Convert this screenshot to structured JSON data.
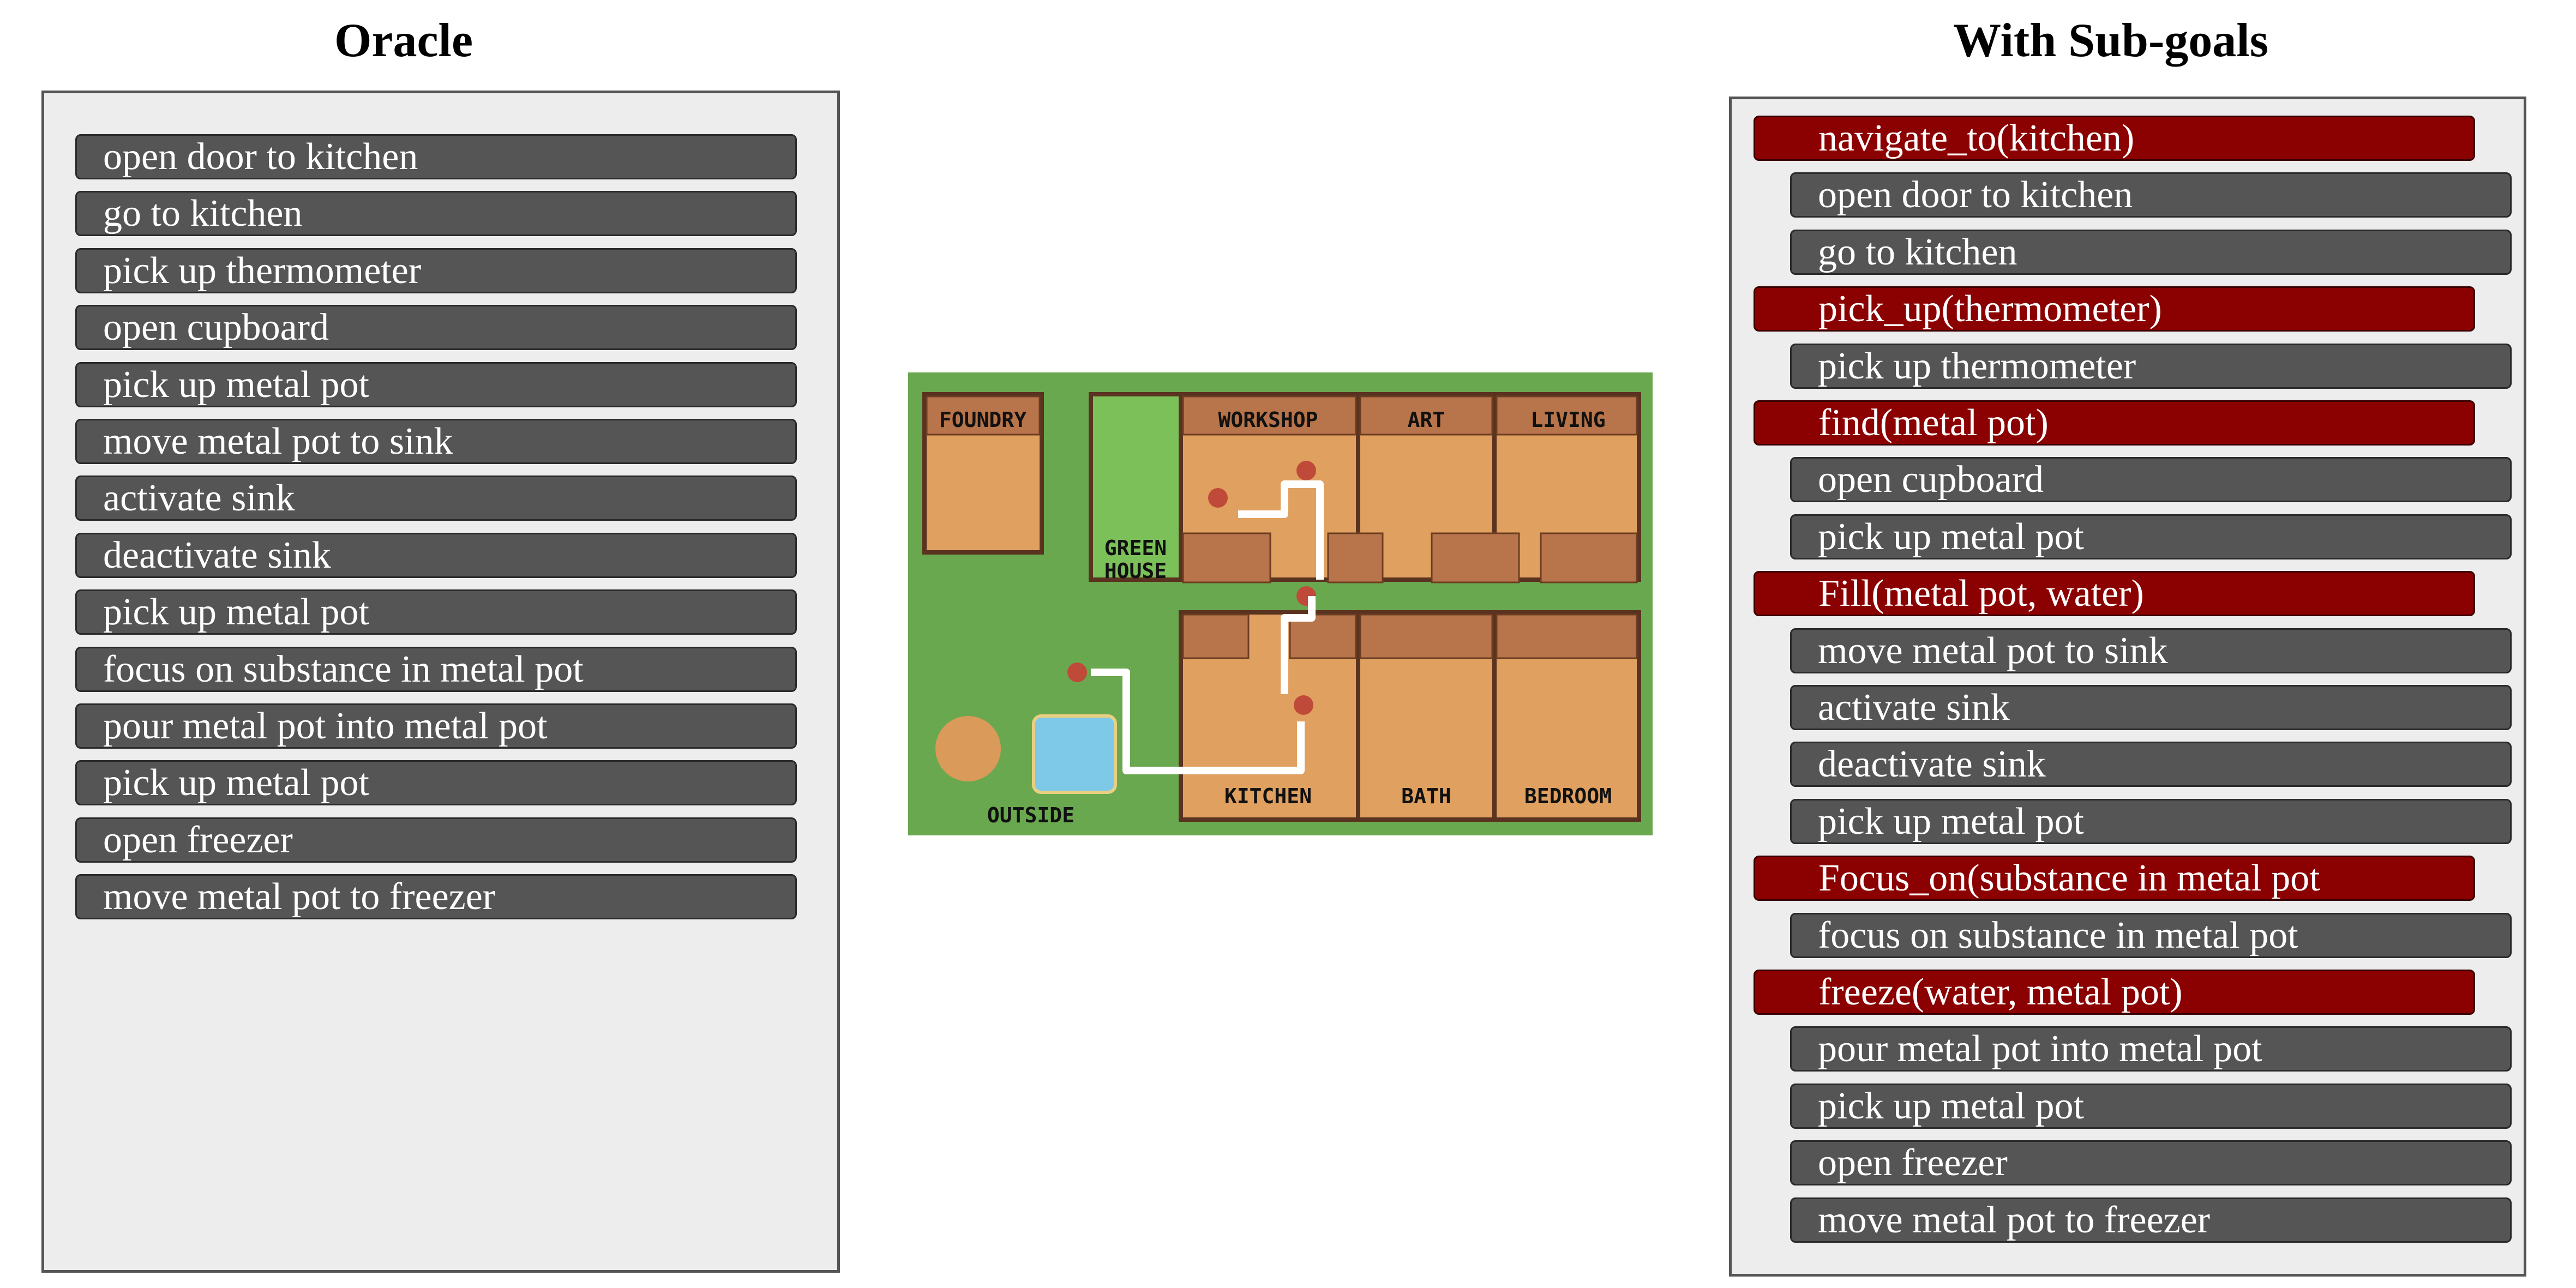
{
  "oracle": {
    "title": "Oracle",
    "steps": [
      "open door to kitchen",
      "go to kitchen",
      "pick up thermometer",
      "open cupboard",
      "pick up metal pot",
      "move metal pot to sink",
      "activate sink",
      "deactivate sink",
      "pick up metal pot",
      "focus on substance in metal pot",
      "pour metal pot into metal pot",
      "pick up metal pot",
      "open freezer",
      "move metal pot to freezer"
    ]
  },
  "subgoals": {
    "title": "With Sub-goals",
    "steps": [
      {
        "text": "navigate_to(kitchen)",
        "kind": "subgoal"
      },
      {
        "text": "open door to kitchen",
        "kind": "action"
      },
      {
        "text": "go to kitchen",
        "kind": "action"
      },
      {
        "text": "pick_up(thermometer)",
        "kind": "subgoal"
      },
      {
        "text": "pick up thermometer",
        "kind": "action"
      },
      {
        "text": "find(metal pot)",
        "kind": "subgoal"
      },
      {
        "text": "open cupboard",
        "kind": "action"
      },
      {
        "text": "pick up metal pot",
        "kind": "action"
      },
      {
        "text": "Fill(metal pot, water)",
        "kind": "subgoal"
      },
      {
        "text": "move metal pot to sink",
        "kind": "action"
      },
      {
        "text": "activate sink",
        "kind": "action"
      },
      {
        "text": "deactivate sink",
        "kind": "action"
      },
      {
        "text": "pick up metal pot",
        "kind": "action"
      },
      {
        "text": "Focus_on(substance in metal pot",
        "kind": "subgoal"
      },
      {
        "text": "focus on substance in metal pot",
        "kind": "action"
      },
      {
        "text": "freeze(water, metal pot)",
        "kind": "subgoal"
      },
      {
        "text": "pour metal pot into metal pot",
        "kind": "action"
      },
      {
        "text": "pick up metal pot",
        "kind": "action"
      },
      {
        "text": "open freezer",
        "kind": "action"
      },
      {
        "text": "move metal pot to freezer",
        "kind": "action"
      }
    ]
  },
  "map": {
    "rooms": {
      "foundry": "FOUNDRY",
      "workshop": "WORKSHOP",
      "art": "ART",
      "living": "LIVING",
      "greenhouse": "GREEN\nHOUSE",
      "kitchen": "KITCHEN",
      "bath": "BATH",
      "bedroom": "BEDROOM",
      "outside": "OUTSIDE"
    }
  },
  "colors": {
    "action": "#555555",
    "subgoal": "#8b0000",
    "panel": "#ededed",
    "grass": "#6aa84f",
    "floor": "#e0a060",
    "wall": "#b8744a"
  }
}
